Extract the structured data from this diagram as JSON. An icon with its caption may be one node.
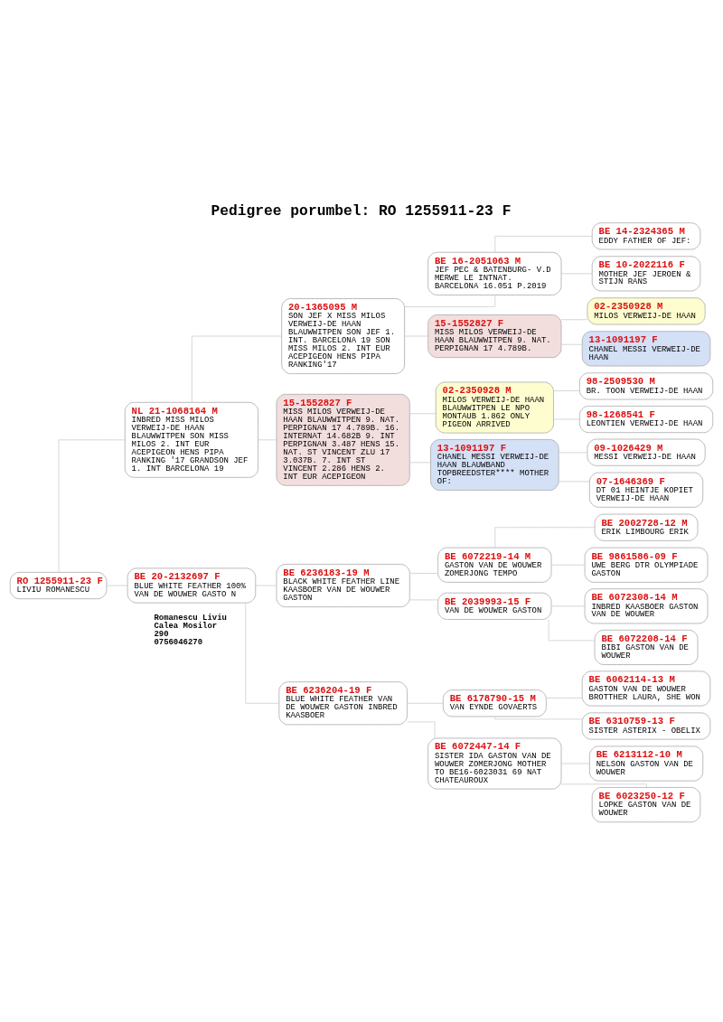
{
  "diagram": {
    "title": "Pedigree porumbel: RO 1255911-23 F",
    "nodes": [
      {
        "text": [
          "RO 1255911-23 F",
          "LIVIU ROMANESCU"
        ]
      },
      {
        "text": [
          "NL 21-1068164 M",
          "INBRED MISS MILOS VERWEIJ-DE HAAN BLAUWWITPEN SON MISS MILOS 2. INT EUR ACEPIGEON HENS PIPA RANKING '17 GRANDSON JEF 1. INT BARCELONA 19"
        ]
      },
      {
        "text": [
          "BE 20-2132697 F",
          "BLUE WHITE FEATHER 100% VAN DE WOUWER GASTO N"
        ]
      },
      {
        "text": [
          "20-1365095 M",
          "SON JEF X MISS MILOS VERWEIJ-DE HAAN BLAUWWITPEN SON JEF 1. INT. BARCELONA 19 SON MISS MILOS 2. INT EUR ACEPIGEON HENS PIPA RANKING'17"
        ]
      },
      {
        "text": [
          "15-1552827 F",
          "MISS MILOS VERWEIJ-DE HAAN BLAUWWITPEN 9. NAT. PERPIGNAN 17 4.789B. 16. INTERNAT 14.682B 9. INT PERPIGNAN 3.487 HENS 15. NAT. ST VINCENT ZLU 17 3.037B. 7. INT ST VINCENT 2.286 HENS 2. INT EUR ACEPIGEON"
        ]
      },
      {
        "text": [
          "BE 6236183-19 M",
          "BLACK WHITE FEATHER LINE KAASBOER VAN DE WOUWER GASTON"
        ]
      },
      {
        "text": [
          "BE 6236204-19 F",
          "BLUE WHITE FEATHER VAN DE WOUWER GASTON INBRED KAASBOER"
        ]
      },
      {
        "text": [
          "BE 16-2051063 M",
          "JEF PEC & BATENBURG- V.D MERWE LE INTNAT. BARCELONA 16.051 P.2019"
        ]
      },
      {
        "text": [
          "15-1552827 F",
          "MISS MILOS VERWEIJ-DE HAAN BLAUWWITPEN 9. NAT. PERPIGNAN 17 4.789B."
        ]
      },
      {
        "text": [
          "02-2350928 M",
          "MILOS VERWEIJ-DE HAAN BLAUWWITPEN LE NPO MONTAUB 1.862 ONLY PIGEON ARRIVED"
        ]
      },
      {
        "text": [
          "13-1091197 F",
          "CHANEL MESSI VERWEIJ-DE HAAN BLAUWBAND TOPBREEDSTER**** MOTHER OF:"
        ]
      },
      {
        "text": [
          "BE 6072219-14 M",
          "GASTON VAN DE WOUWER ZOMERJONG TEMPO"
        ]
      },
      {
        "text": [
          "BE 2039993-15 F",
          "VAN DE WOUWER GASTON"
        ]
      },
      {
        "text": [
          "BE 6178790-15 M",
          "VAN EYNDE GOVAERTS"
        ]
      },
      {
        "text": [
          "BE 6072447-14 F",
          "SISTER IDA GASTON VAN DE WOUWER ZOMERJONG MOTHER TO BE16-6023031 69 NAT CHATEAUROUX"
        ]
      },
      {
        "text": [
          "BE 14-2324365 M",
          "EDDY FATHER OF JEF:"
        ]
      },
      {
        "text": [
          "BE 10-2022116 F",
          "MOTHER JEF JEROEN & STIJN RANS"
        ]
      },
      {
        "text": [
          "02-2350928 M",
          "MILOS VERWEIJ-DE HAAN"
        ]
      },
      {
        "text": [
          "13-1091197 F",
          "CHANEL MESSI VERWEIJ-DE HAAN"
        ]
      },
      {
        "text": [
          "98-2509530 M",
          "BR. TOON VERWEIJ-DE HAAN"
        ]
      },
      {
        "text": [
          "98-1268541 F",
          "LEONTIEN VERWEIJ-DE HAAN"
        ]
      },
      {
        "text": [
          "09-1026429 M",
          "MESSI VERWEIJ-DE HAAN"
        ]
      },
      {
        "text": [
          "07-1646369 F",
          "DT 01 HEINTJE KOPIET VERWEIJ-DE HAAN"
        ]
      },
      {
        "text": [
          "BE 2002728-12 M",
          "ERIK LIMBOURG ERIK"
        ]
      },
      {
        "text": [
          "BE 9861586-09 F",
          "UWE BERG DTR OLYMPIADE GASTON"
        ]
      },
      {
        "text": [
          "BE 6072308-14 M",
          "INBRED KAASBOER GASTON VAN DE WOUWER"
        ]
      },
      {
        "text": [
          "BE 6072208-14 F",
          "BIBI GASTON VAN DE WOUWER"
        ]
      },
      {
        "text": [
          "BE 6062114-13 M",
          "GASTON VAN DE WOUWER BROTTHER LAURA, SHE WON"
        ]
      },
      {
        "text": [
          "BE 6310759-13 F",
          "SISTER ASTERIX - OBELIX"
        ]
      },
      {
        "text": [
          "BE 6213112-10 M",
          "NELSON GASTON VAN DE WOUWER"
        ]
      },
      {
        "text": [
          "BE 6023250-12 F",
          "LOPKE GASTON VAN DE WOUWER"
        ]
      }
    ],
    "edges": [
      {
        "from": 0,
        "to": 1,
        "arrow": "none"
      },
      {
        "from": 0,
        "to": 2,
        "arrow": "none"
      },
      {
        "from": 1,
        "to": 3,
        "arrow": "none"
      },
      {
        "from": 1,
        "to": 4,
        "arrow": "none"
      },
      {
        "from": 2,
        "to": 5,
        "arrow": "none"
      },
      {
        "from": 2,
        "to": 6,
        "arrow": "none"
      },
      {
        "from": 3,
        "to": 7,
        "arrow": "none"
      },
      {
        "from": 3,
        "to": 8,
        "arrow": "none"
      },
      {
        "from": 4,
        "to": 9,
        "arrow": "none"
      },
      {
        "from": 4,
        "to": 10,
        "arrow": "none"
      },
      {
        "from": 5,
        "to": 11,
        "arrow": "none"
      },
      {
        "from": 5,
        "to": 12,
        "arrow": "none"
      },
      {
        "from": 6,
        "to": 13,
        "arrow": "none"
      },
      {
        "from": 6,
        "to": 14,
        "arrow": "none"
      },
      {
        "from": 7,
        "to": 15,
        "arrow": "none"
      },
      {
        "from": 7,
        "to": 16,
        "arrow": "none"
      },
      {
        "from": 8,
        "to": 17,
        "arrow": "none"
      },
      {
        "from": 8,
        "to": 18,
        "arrow": "none"
      },
      {
        "from": 9,
        "to": 19,
        "arrow": "none"
      },
      {
        "from": 9,
        "to": 20,
        "arrow": "none"
      },
      {
        "from": 10,
        "to": 21,
        "arrow": "none"
      },
      {
        "from": 10,
        "to": 22,
        "arrow": "none"
      },
      {
        "from": 11,
        "to": 23,
        "arrow": "none"
      },
      {
        "from": 11,
        "to": 24,
        "arrow": "none"
      },
      {
        "from": 12,
        "to": 25,
        "arrow": "none"
      },
      {
        "from": 12,
        "to": 26,
        "arrow": "none"
      },
      {
        "from": 13,
        "to": 27,
        "arrow": "none"
      },
      {
        "from": 13,
        "to": 28,
        "arrow": "none"
      },
      {
        "from": 14,
        "to": 29,
        "arrow": "none"
      },
      {
        "from": 14,
        "to": 30,
        "arrow": "none"
      }
    ],
    "labels": [
      "Romanescu Liviu",
      "Calea Mosilor",
      "290",
      "0756046270"
    ]
  }
}
